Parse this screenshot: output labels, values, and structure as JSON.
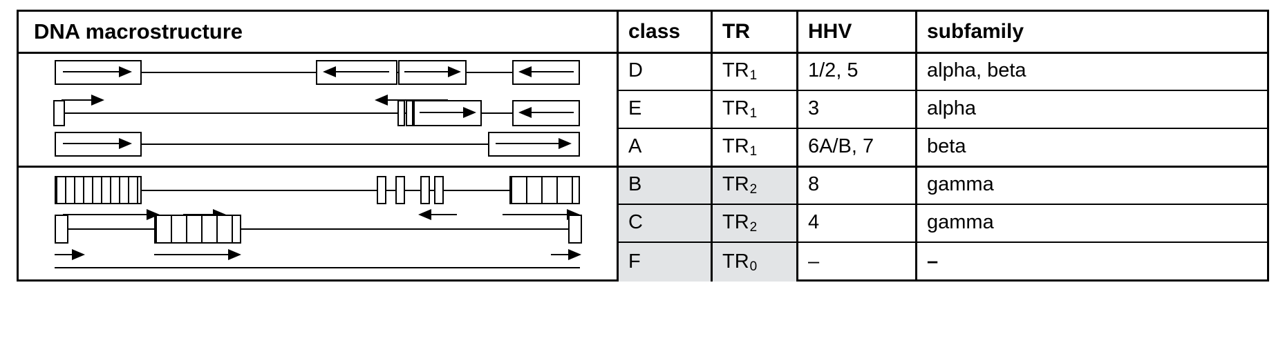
{
  "figure": {
    "title": "DNA macrostructure",
    "columns": [
      "class",
      "TR",
      "HHV",
      "subfamily"
    ],
    "rows": [
      {
        "class": "D",
        "tr_base": "TR",
        "tr_sub": "1",
        "hhv": "1/2, 5",
        "subfamily": "alpha, beta",
        "shaded": false
      },
      {
        "class": "E",
        "tr_base": "TR",
        "tr_sub": "1",
        "hhv": "3",
        "subfamily": "alpha",
        "shaded": false
      },
      {
        "class": "A",
        "tr_base": "TR",
        "tr_sub": "1",
        "hhv": "6A/B, 7",
        "subfamily": "beta",
        "shaded": false
      },
      {
        "class": "B",
        "tr_base": "TR",
        "tr_sub": "2",
        "hhv": "8",
        "subfamily": "gamma",
        "shaded": true
      },
      {
        "class": "C",
        "tr_base": "TR",
        "tr_sub": "2",
        "hhv": "4",
        "subfamily": "gamma",
        "shaded": true
      },
      {
        "class": "F",
        "tr_base": "TR",
        "tr_sub": "0",
        "hhv": "–",
        "subfamily": "–",
        "shaded": true
      }
    ],
    "colors": {
      "line": "#000000",
      "background": "#ffffff",
      "shade": "#e2e4e6"
    },
    "diagram_labels": {
      "row_d": "class-D-genome-diagram",
      "row_e": "class-E-genome-diagram",
      "row_a": "class-A-genome-diagram",
      "row_b": "class-B-genome-diagram",
      "row_c": "class-C-genome-diagram",
      "row_f": "class-F-genome-diagram"
    }
  }
}
